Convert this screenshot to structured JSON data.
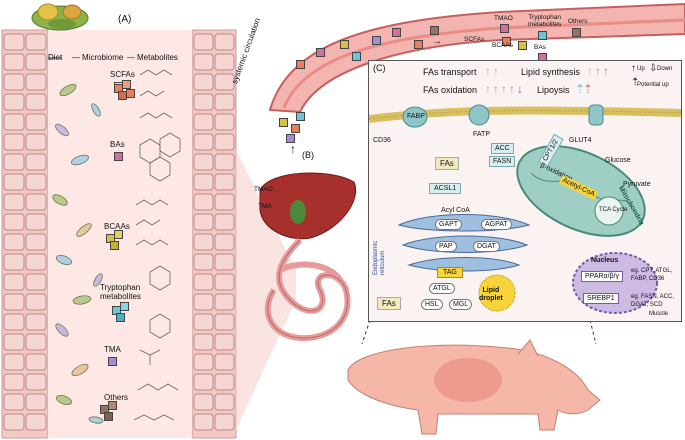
{
  "panel_a": {
    "label": "(A)",
    "flow": [
      "Diet",
      "Microbiome",
      "Metabolites"
    ],
    "metabolites": [
      {
        "label": "SCFAs",
        "color": "#e8805a"
      },
      {
        "label": "BAs",
        "color": "#d06fa0"
      },
      {
        "label": "BCAAs",
        "color": "#d9c040"
      },
      {
        "label": "Tryptophan\nmetabolites",
        "color": "#6cc4d8"
      },
      {
        "label": "TMA",
        "color": "#a88ad8"
      },
      {
        "label": "Others",
        "color": "#9a7060"
      }
    ]
  },
  "panel_b": {
    "label": "(B)",
    "circulation": "systemic circulation",
    "liver_labels": [
      "TMAO",
      "TMA"
    ]
  },
  "vessel_legend": {
    "items": [
      {
        "label": "SCFAs",
        "color": "#e8805a"
      },
      {
        "label": "TMAO",
        "color": "#d06fa0"
      },
      {
        "label": "BCAAs",
        "color": "#d9c040"
      },
      {
        "label": "Tryptophan\nmetabolites",
        "color": "#6cc4d8"
      },
      {
        "label": "BAs",
        "color": "#d06fa0"
      },
      {
        "label": "Others",
        "color": "#9a7060"
      }
    ]
  },
  "panel_c": {
    "label": "(C)",
    "legend": {
      "fas_transport": "FAs transport",
      "lipid_synthesis": "Lipid synthesis",
      "fas_oxidation": "FAs oxidation",
      "lipoysis": "Lipoysis",
      "up": "Up",
      "down": "Down",
      "potential_up": "Potential up"
    },
    "proteins": {
      "cd36": "CD36",
      "fabp": "FABP",
      "fatp": "FATP",
      "glut4": "GLUT4",
      "fas": "FAs",
      "acsl1": "ACSL1",
      "acc": "ACC",
      "fasn": "FASN",
      "cpt12": "CPT1/2",
      "glucose": "Glucose",
      "pyruvate": "Pyruvate",
      "acyl_coa": "Acyl CoA",
      "gapt": "GAPT",
      "agpat": "AGPAT",
      "pap": "PAP",
      "dgat": "DGAT",
      "tag": "TAG",
      "er": "Endoplasmic\nreticulum",
      "lipid_droplet": "Lipid\ndroplet",
      "atgl": "ATGL",
      "hsl": "HSL",
      "mgl": "MGL",
      "fas_out": "FAs",
      "b_oxidation": "β-oxidation",
      "acetyl_coa": "Acetyl-CoA",
      "tca": "TCA Cycle",
      "mito": "Mitochondria",
      "nucleus": "Nucleus",
      "ppar": "PPARα/β/γ",
      "srebp1": "SREBP1",
      "ppar_targets": "eg. CPT, ATGL,\nFABP, CD36",
      "srebp_targets": "eg. FASN, ACC,\nDGAT, SCD",
      "muscle": "Muscle"
    }
  }
}
